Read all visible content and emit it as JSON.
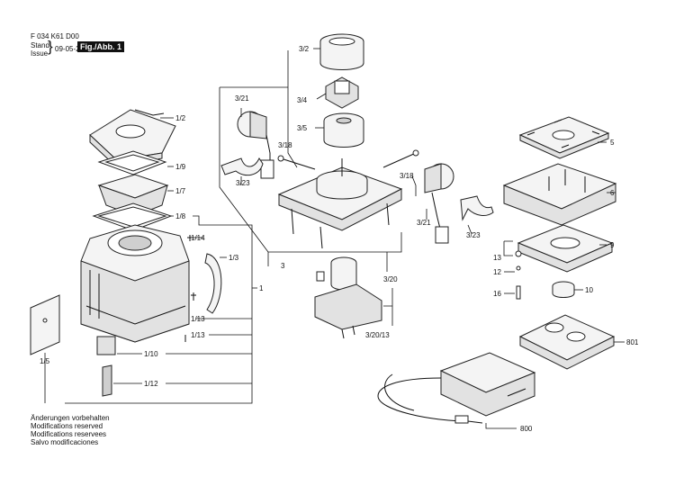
{
  "header": {
    "doc_number": "F 034 K61 D00",
    "stand_label": "Stand",
    "issue_label": "Issue",
    "date": "09-05-25",
    "figure_label": "Fig./Abb. 1"
  },
  "callouts": {
    "c1_2": "1/2",
    "c1_9": "1/9",
    "c1_7": "1/7",
    "c1_8": "1/8",
    "c1_14": "1/14",
    "c1_3": "1/3",
    "c1": "1",
    "c1_13a": "1/13",
    "c1_13b": "1/13",
    "c1_10": "1/10",
    "c1_12": "1/12",
    "c1_5": "1/5",
    "c3_2": "3/2",
    "c3_4": "3/4",
    "c3_5": "3/5",
    "c3_21a": "3/21",
    "c3_18a": "3/18",
    "c3_23a": "3/23",
    "c3_18b": "3/18",
    "c3_21b": "3/21",
    "c3_23b": "3/23",
    "c3": "3",
    "c3_20": "3/20",
    "c3_20_13": "3/20/13",
    "c5": "5",
    "c6": "6",
    "c9": "9",
    "c13": "13",
    "c12": "12",
    "c16": "16",
    "c10": "10",
    "c801": "801",
    "c800": "800"
  },
  "footer_notes": [
    "Änderungen vorbehalten",
    "Modifications reserved",
    "Modifications reservees",
    "Salvo modificaciones"
  ]
}
